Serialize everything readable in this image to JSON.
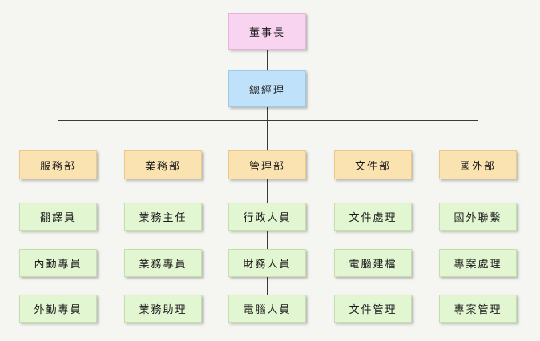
{
  "chairman": "董事長",
  "general_manager": "總經理",
  "departments": [
    {
      "name": "服務部",
      "staff": [
        "翻譯員",
        "內勤專員",
        "外勤專員"
      ]
    },
    {
      "name": "業務部",
      "staff": [
        "業務主任",
        "業務專員",
        "業務助理"
      ]
    },
    {
      "name": "管理部",
      "staff": [
        "行政人員",
        "財務人員",
        "電腦人員"
      ]
    },
    {
      "name": "文件部",
      "staff": [
        "文件處理",
        "電腦建檔",
        "文件管理"
      ]
    },
    {
      "name": "國外部",
      "staff": [
        "國外聯繫",
        "專案處理",
        "專案管理"
      ]
    }
  ]
}
